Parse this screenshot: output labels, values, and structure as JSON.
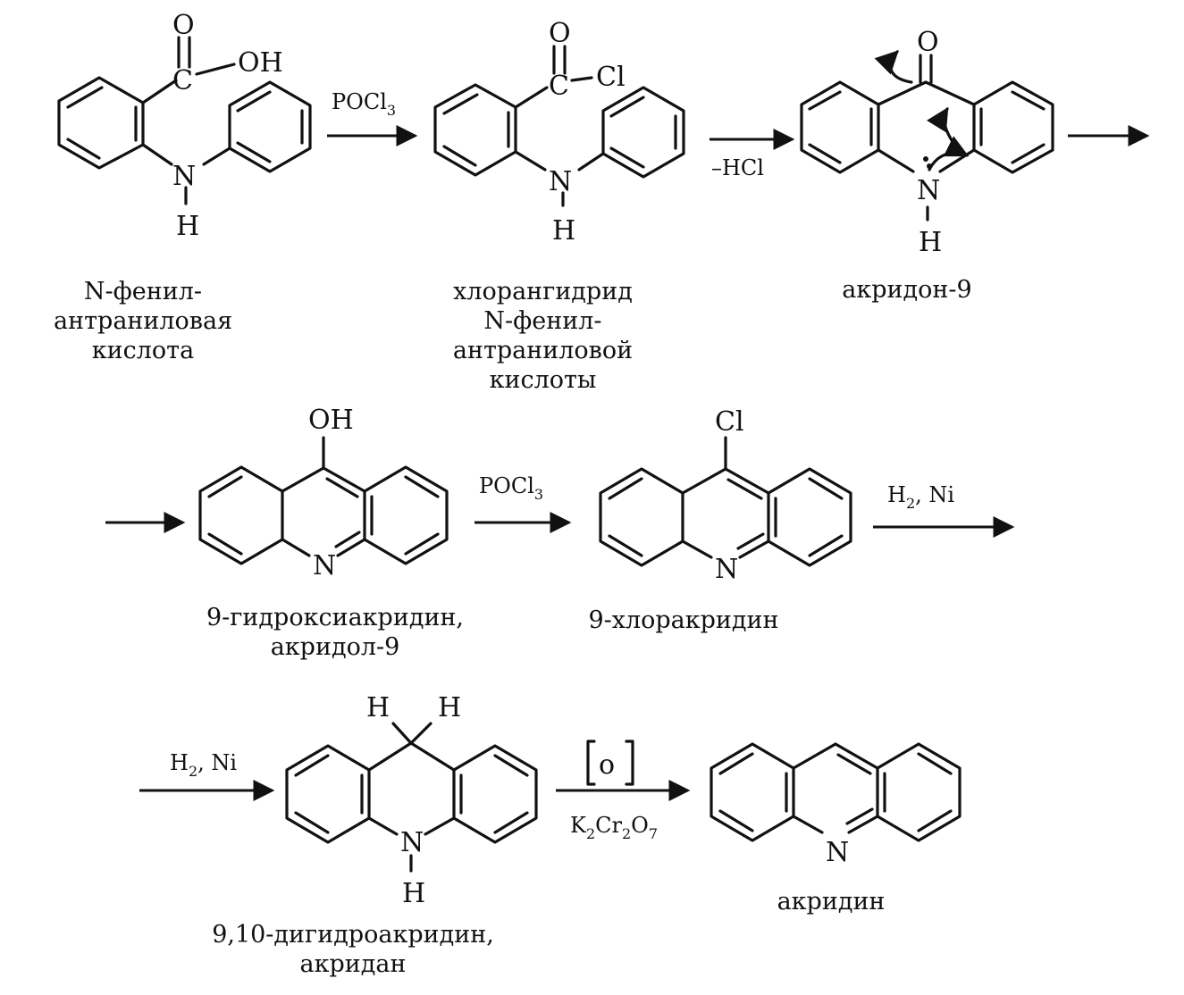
{
  "compounds": [
    {
      "name_lines": [
        "N-фенил-",
        "антраниловая",
        "кислота"
      ]
    },
    {
      "name_lines": [
        "хлорангидрид",
        "N-фенил-",
        "антраниловой",
        "кислоты"
      ]
    },
    {
      "name_lines": [
        "акридон-9"
      ]
    },
    {
      "name_lines": [
        "9-гидроксиакридин,",
        "акридол-9"
      ]
    },
    {
      "name_lines": [
        "9-хлоракридин"
      ]
    },
    {
      "name_lines": [
        "9,10-дигидроакридин,",
        "акридан"
      ]
    },
    {
      "name_lines": [
        "акридин"
      ]
    }
  ],
  "atoms": {
    "O": "O",
    "H": "H",
    "N": "N",
    "C": "C",
    "OH": "OH",
    "Cl": "Cl"
  },
  "reagents": {
    "pocl3_main": "POCl",
    "pocl3_sub": "3",
    "minus_hcl": "–HCl",
    "h2_main": "H",
    "h2_sub": "2",
    "ni": ", Ni",
    "oxidant": "o",
    "k": "K",
    "k_sub": "2",
    "cr": "Cr",
    "cr_sub": "2",
    "ox": "O",
    "ox_sub": "7"
  },
  "colors": {
    "ink": "#111111",
    "background": "#ffffff"
  }
}
